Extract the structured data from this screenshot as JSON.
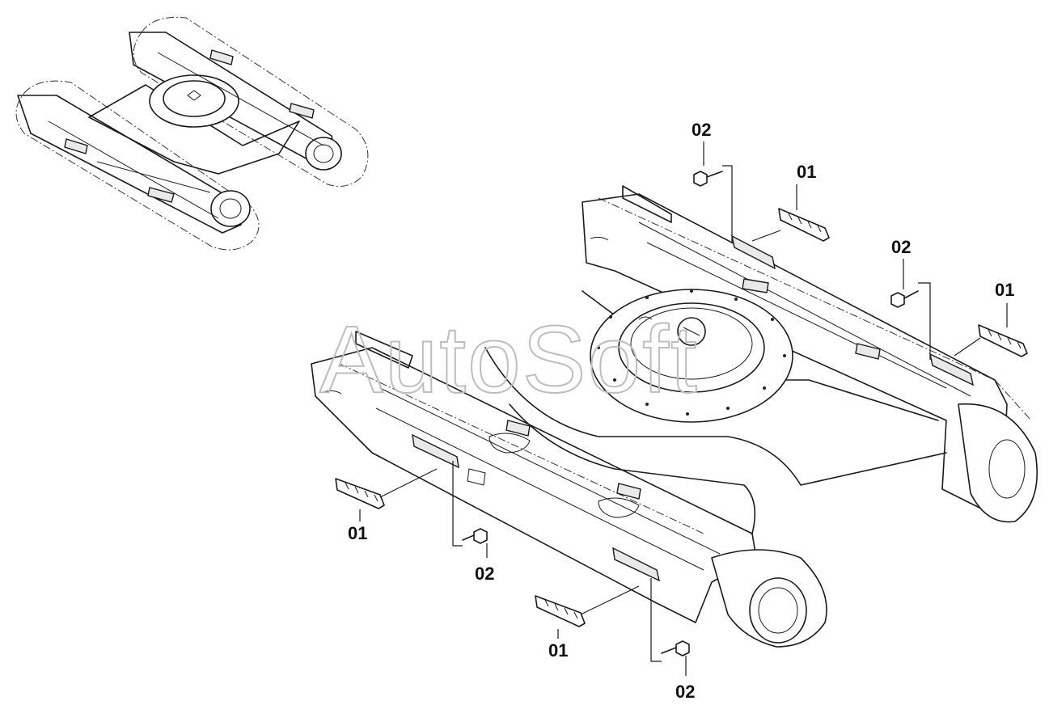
{
  "watermark": "AutoSoft",
  "callouts": {
    "c1": "02",
    "c2": "01",
    "c3": "02",
    "c4": "01",
    "c5": "01",
    "c6": "02",
    "c7": "01",
    "c8": "02"
  }
}
